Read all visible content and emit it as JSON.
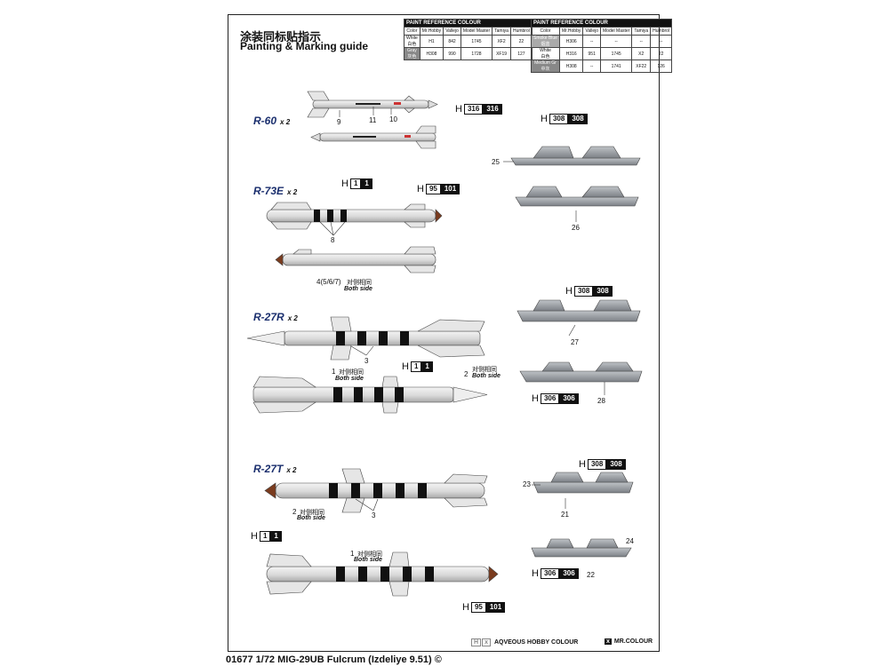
{
  "title": {
    "cn": "涂装同标贴指示",
    "en": "Painting & Marking guide"
  },
  "paint_table_1": {
    "header": "PAINT REFERENCE COLOUR",
    "columns": [
      "Color",
      "Mr.Hobby",
      "Vallejo",
      "Model Master",
      "Tamiya",
      "Humbrol"
    ],
    "rows": [
      {
        "color": "White",
        "color_cn": "白色",
        "hobby": "1",
        "vallejo": "842",
        "model_master": "1745",
        "tamiya": "XF2",
        "humbrol": "22"
      },
      {
        "color": "Gray",
        "color_cn": "灰色",
        "hobby": "308",
        "vallejo": "990",
        "model_master": "1728",
        "tamiya": "XF19",
        "humbrol": "127"
      }
    ]
  },
  "paint_table_2": {
    "header": "PAINT REFERENCE COLOUR",
    "columns": [
      "Color",
      "Mr.Hobby",
      "Vallejo",
      "Model Master",
      "Tamiya",
      "Humbrol"
    ],
    "rows": [
      {
        "color": "Smoke Blue",
        "color_cn": "烟蓝",
        "hobby": "306",
        "vallejo": "--",
        "model_master": "--",
        "tamiya": "--",
        "humbrol": "--"
      },
      {
        "color": "White",
        "color_cn": "白色",
        "hobby": "316",
        "vallejo": "951",
        "model_master": "1745",
        "tamiya": "X2",
        "humbrol": "22"
      },
      {
        "color": "Medium Gr",
        "color_cn": "中灰",
        "hobby": "308",
        "vallejo": "--",
        "model_master": "1741",
        "tamiya": "XF22",
        "humbrol": "126"
      }
    ]
  },
  "missiles": {
    "r60": {
      "name": "R-60",
      "qty": "x 2",
      "parts": [
        "9",
        "11",
        "10"
      ],
      "chip": {
        "h": "H",
        "a": "316",
        "b": "316"
      }
    },
    "r73e": {
      "name": "R-73E",
      "qty": "x 2",
      "chip1": {
        "h": "H",
        "a": "1",
        "b": "1"
      },
      "chip2": {
        "h": "H",
        "a": "95",
        "b": "101"
      },
      "part": "8",
      "part2": "4(5/6/7)",
      "cn": "对侧相同",
      "both": "Both side"
    },
    "r27r": {
      "name": "R-27R",
      "qty": "x 2",
      "part3": "3",
      "chip": {
        "h": "H",
        "a": "1",
        "b": "1"
      },
      "p1": "1",
      "p2": "2",
      "cn": "对侧相同",
      "both": "Both side"
    },
    "r27t": {
      "name": "R-27T",
      "qty": "x 2",
      "p2": "2",
      "p3": "3",
      "p1": "1",
      "cn": "对侧相同",
      "both": "Both side",
      "chip1": {
        "h": "H",
        "a": "1",
        "b": "1"
      },
      "chip2": {
        "h": "H",
        "a": "95",
        "b": "101"
      }
    }
  },
  "pylons": {
    "p25": {
      "num": "25",
      "chip": {
        "h": "H",
        "a": "308",
        "b": "308"
      }
    },
    "p26": {
      "num": "26"
    },
    "p27": {
      "num": "27",
      "chip": {
        "h": "H",
        "a": "308",
        "b": "308"
      }
    },
    "p28": {
      "num": "28",
      "chip": {
        "h": "H",
        "a": "306",
        "b": "306"
      }
    },
    "p21": {
      "num": "21",
      "num2": "23",
      "chip": {
        "h": "H",
        "a": "308",
        "b": "308"
      }
    },
    "p22": {
      "num": "22",
      "num2": "24",
      "chip": {
        "h": "H",
        "a": "306",
        "b": "306"
      }
    }
  },
  "legend": {
    "aq_h": "H",
    "aq_x": "x",
    "aq": "AQVEOUS HOBBY COLOUR",
    "mr_x": "x",
    "mr": "MR.COLOUR"
  },
  "footer": "01677 1/72 MIG-29UB Fulcrum (Izdeliye 9.51) ©"
}
